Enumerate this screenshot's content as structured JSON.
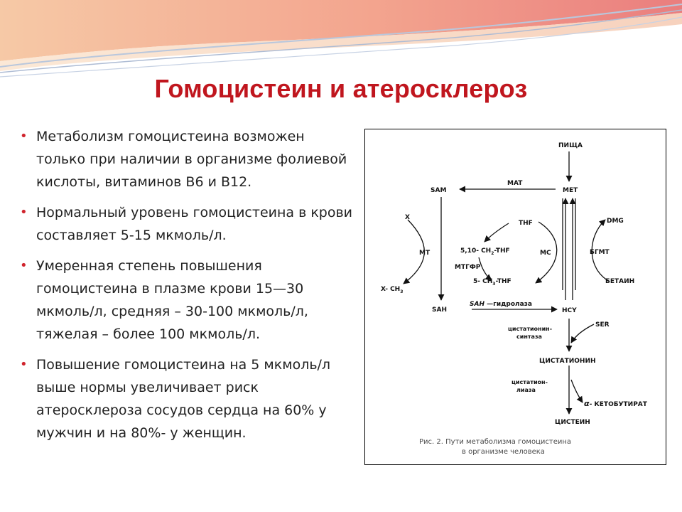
{
  "slide": {
    "title": "Гомоцистеин и атеросклероз",
    "bullet_marker": "•",
    "bullets": [
      "Метаболизм гомоцистеина возможен только при наличии в организме фолиевой кислоты, витаминов В6 и В12.",
      "Нормальный уровень гомоцистеина в крови составляет 5-15 мкмоль/л.",
      "Умеренная степень повышения гомоцистеина в плазме крови 15—30 мкмоль/л, средняя – 30-100 мкмоль/л, тяжелая – более 100 мкмоль/л.",
      "Повышение гомоцистеина на 5 мкмоль/л выше нормы увеличивает риск атеросклероза сосудов сердца на 60% у мужчин и на 80%- у женщин."
    ]
  },
  "figure": {
    "labels": {
      "food": "ПИЩА",
      "met": "MET",
      "mat": "MAT",
      "sam": "SAM",
      "thf": "THF",
      "dmg": "DMG",
      "x": "X",
      "methylene_thf": "5,10- CH",
      "methylene_thf_suffix": "-THF",
      "sub2": "2",
      "sub3": "3",
      "mt": "MT",
      "ms": "MC",
      "bhmt": "БГМТ",
      "mthfr": "МТГФР",
      "methyl_thf": "5- CH",
      "methyl_thf_suffix": "-THF",
      "betaine": "БЕТАИН",
      "x_ch3": "X- CH",
      "sah": "SAH",
      "sah_hydrolase_prefix": "SAH",
      "sah_hydrolase_suffix": " —гидролаза",
      "hcy": "HCY",
      "ser": "SER",
      "cbs_line1": "цистатионин-",
      "cbs_line2": "синтаза",
      "cystathionine": "ЦИСТАТИОНИН",
      "cse_line1": "цистатион-",
      "cse_line2": "лиаза",
      "alpha": "α",
      "ketobutyrate": "- КЕТОБУТИРАТ",
      "cysteine": "ЦИСТЕИН"
    },
    "caption_line1": "Рис. 2. Пути метаболизма гомоцистеина",
    "caption_line2": "в организме человека"
  },
  "colors": {
    "title": "#c0161e",
    "bullet_marker": "#d0242d",
    "text": "#222222"
  }
}
